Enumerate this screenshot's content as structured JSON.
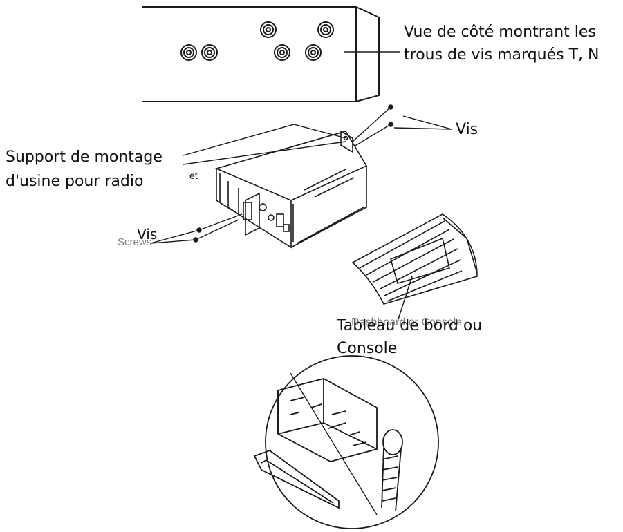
{
  "labels": {
    "side_view": [
      "Vue de côté montrant les",
      "trous de vis marqués T, N"
    ],
    "screws_top": "Vis",
    "mounting_support": [
      "Support de montage",
      "d'usine pour radio"
    ],
    "and_word": "et",
    "screws_left_en": "Screws",
    "screws_left_fr": "Vis",
    "dashboard_en": "Dashboard or Console",
    "dashboard_fr": [
      "Tableau de bord ou",
      "Console"
    ]
  },
  "colors": {
    "line": "#1a1a1a",
    "background": "#ffffff"
  }
}
